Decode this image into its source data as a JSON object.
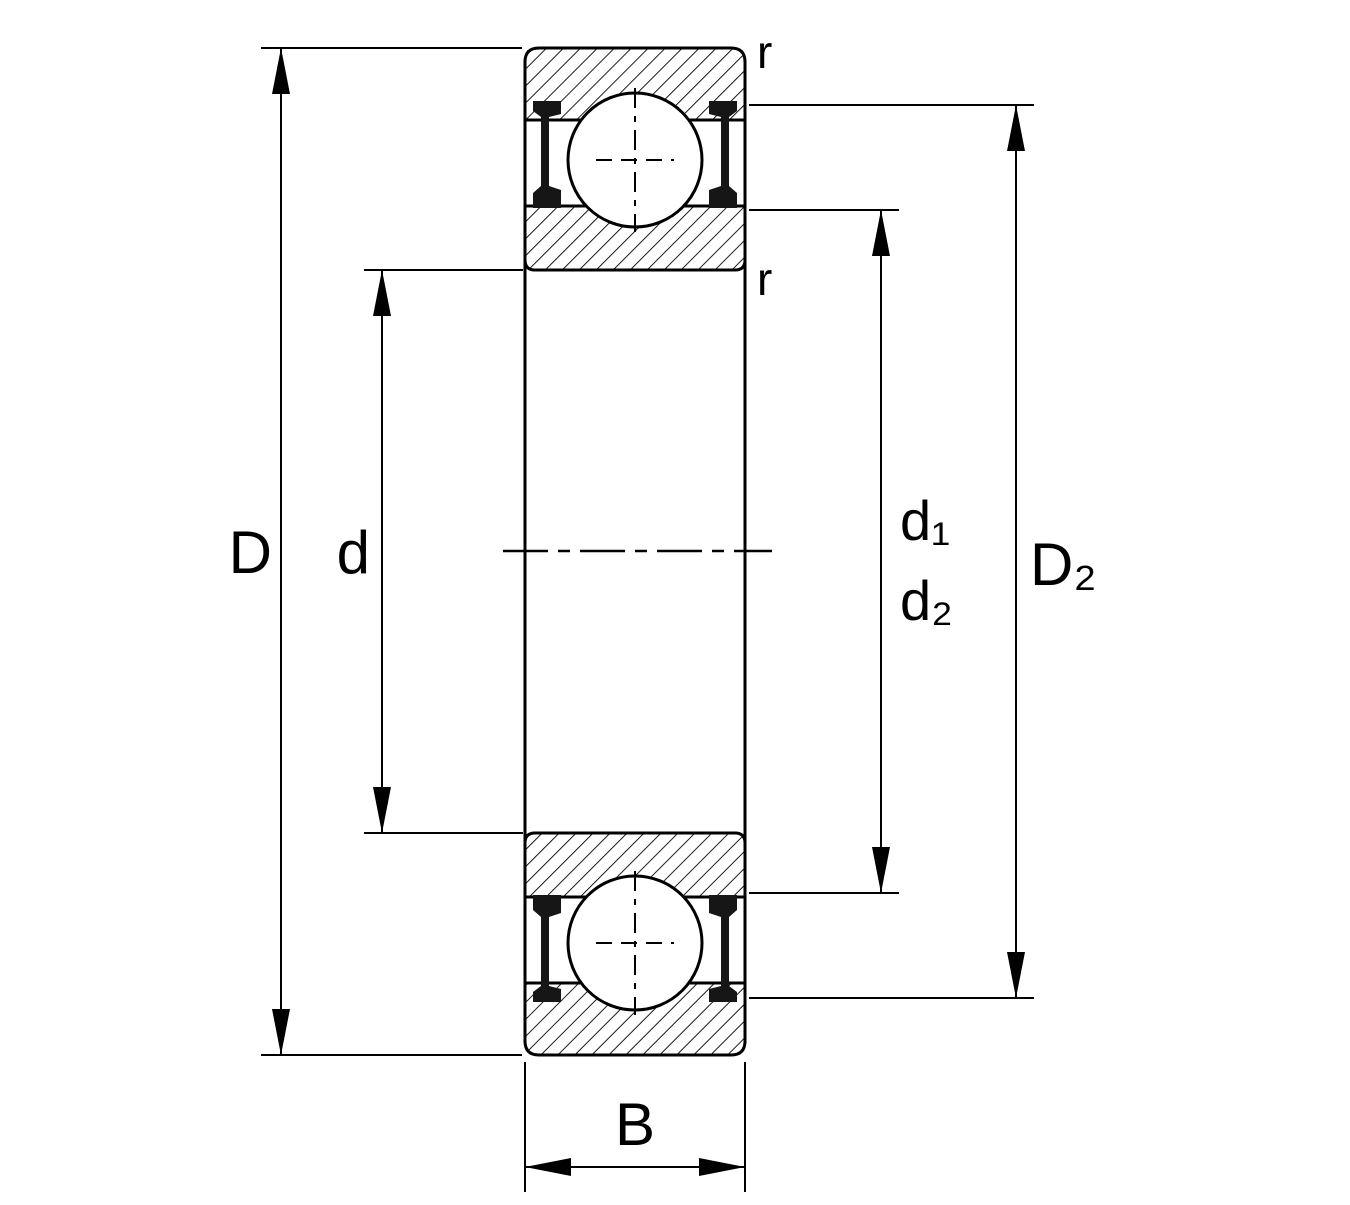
{
  "diagram": {
    "type": "bearing-cross-section-dimension-drawing",
    "labels": {
      "D": "D",
      "d": "d",
      "d1": "d₁",
      "d2": "d₂",
      "D2": "D₂",
      "B": "B",
      "r_top": "r",
      "r_bottom": "r"
    },
    "colors": {
      "line": "#000000",
      "background": "#ffffff",
      "seal": "#161616"
    }
  }
}
